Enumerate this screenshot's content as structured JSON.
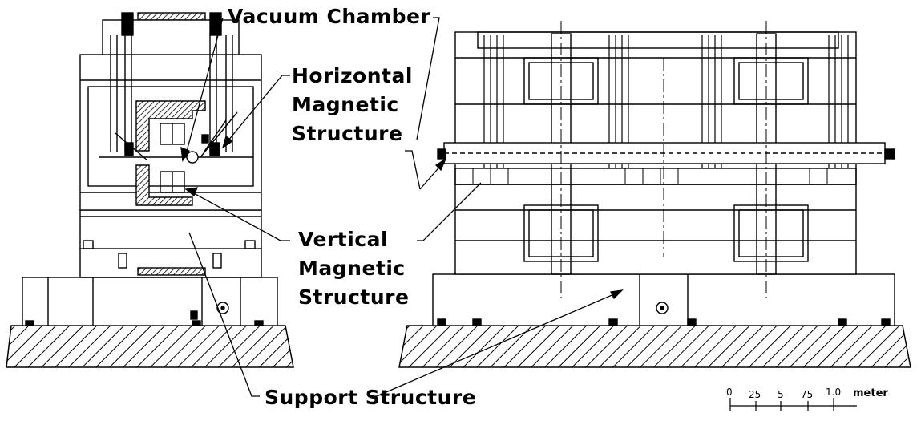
{
  "labels": {
    "vacuum_chamber": "Vacuum Chamber",
    "horizontal_line1": "Horizontal",
    "horizontal_line2": "Magnetic",
    "horizontal_line3": "Structure",
    "vertical_line1": "Vertical",
    "vertical_line2": "Magnetic",
    "vertical_line3": "Structure",
    "support": "Support Structure"
  },
  "scale": {
    "ticks": [
      "0",
      "25",
      "5",
      "75",
      "1.0"
    ],
    "unit": "meter"
  },
  "colors": {
    "ink": "#000000",
    "paper": "#ffffff"
  }
}
